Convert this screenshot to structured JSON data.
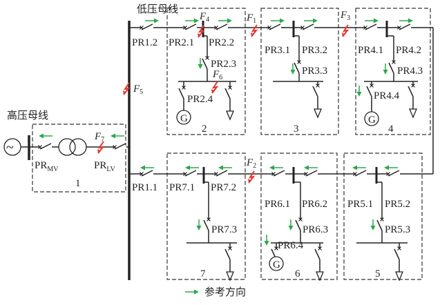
{
  "titles": {
    "lv_bus": "低压母线",
    "hv_bus": "高压母线",
    "legend": "参考方向"
  },
  "colors": {
    "arrow": "#2aa84a",
    "fault": "#e8322b",
    "line": "#222222"
  },
  "boxes": [
    "1",
    "2",
    "3",
    "4",
    "5",
    "6",
    "7"
  ],
  "switches": {
    "pr1_2": "PR1.2",
    "pr2_1": "PR2.1",
    "pr2_2": "PR2.2",
    "pr2_3": "PR2.3",
    "pr2_4": "PR2.4",
    "pr3_1": "PR3.1",
    "pr3_2": "PR3.2",
    "pr3_3": "PR3.3",
    "pr4_1": "PR4.1",
    "pr4_2": "PR4.2",
    "pr4_3": "PR4.3",
    "pr4_4": "PR4.4",
    "pr1_1": "PR1.1",
    "pr7_1": "PR7.1",
    "pr7_2": "PR7.2",
    "pr7_3": "PR7.3",
    "pr6_1": "PR6.1",
    "pr6_2": "PR6.2",
    "pr6_3": "PR6.3",
    "pr6_4": "PR6.4",
    "pr5_1": "PR5.1",
    "pr5_2": "PR5.2",
    "pr5_3": "PR5.3",
    "pr_mv": "PR",
    "pr_mv_sub": "MV",
    "pr_lv": "PR",
    "pr_lv_sub": "LV"
  },
  "faults": [
    {
      "main": "F",
      "sub": "1"
    },
    {
      "main": "F",
      "sub": "2"
    },
    {
      "main": "F",
      "sub": "3"
    },
    {
      "main": "F",
      "sub": "4"
    },
    {
      "main": "F",
      "sub": "5"
    },
    {
      "main": "F",
      "sub": "6"
    },
    {
      "main": "F",
      "sub": "7"
    }
  ],
  "generator_label": "G",
  "source_symbol": "~"
}
